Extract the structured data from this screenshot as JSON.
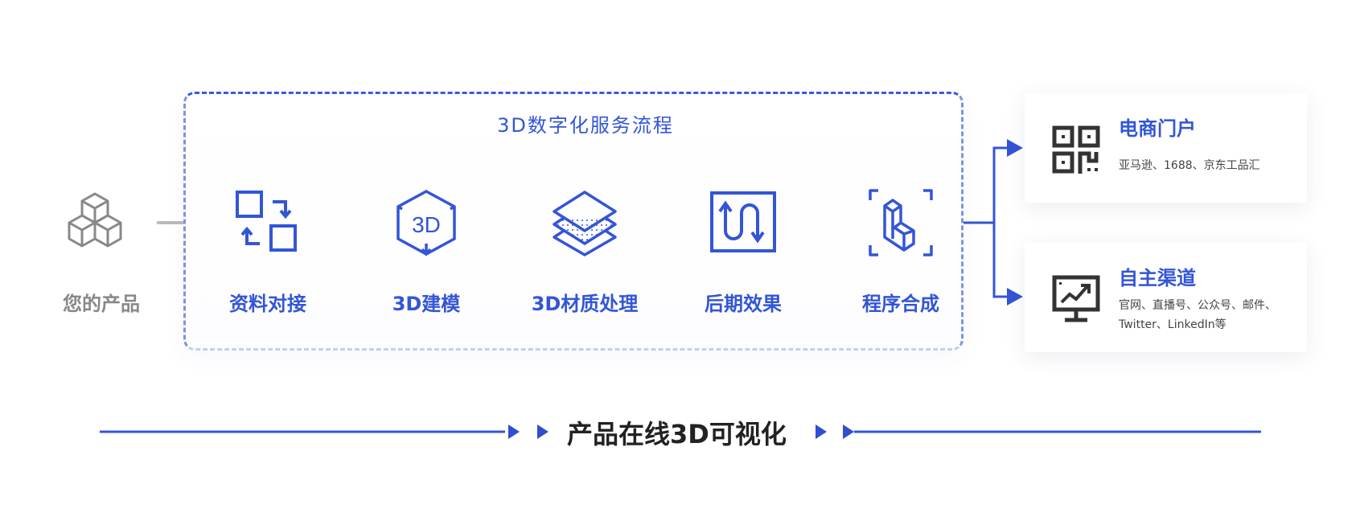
{
  "source": {
    "label": "您的产品"
  },
  "process": {
    "title": "3D数字化服务流程",
    "steps": [
      {
        "label": "资料对接",
        "icon": "exchange-icon"
      },
      {
        "label": "3D建模",
        "icon": "3d-model-icon"
      },
      {
        "label": "3D材质处理",
        "icon": "layers-icon"
      },
      {
        "label": "后期效果",
        "icon": "wave-arrows-icon"
      },
      {
        "label": "程序合成",
        "icon": "cubes-frame-icon"
      }
    ]
  },
  "channels": [
    {
      "title": "电商门户",
      "desc": "亚马逊、1688、京东工品汇",
      "icon": "qr-code-icon"
    },
    {
      "title": "自主渠道",
      "desc": "官网、直播号、公众号、邮件、Twitter、LinkedIn等",
      "icon": "chart-monitor-icon"
    }
  ],
  "result": {
    "label": "产品在线3D可视化"
  },
  "colors": {
    "accent": "#3355d6",
    "gray": "#999999",
    "dark": "#333333"
  }
}
